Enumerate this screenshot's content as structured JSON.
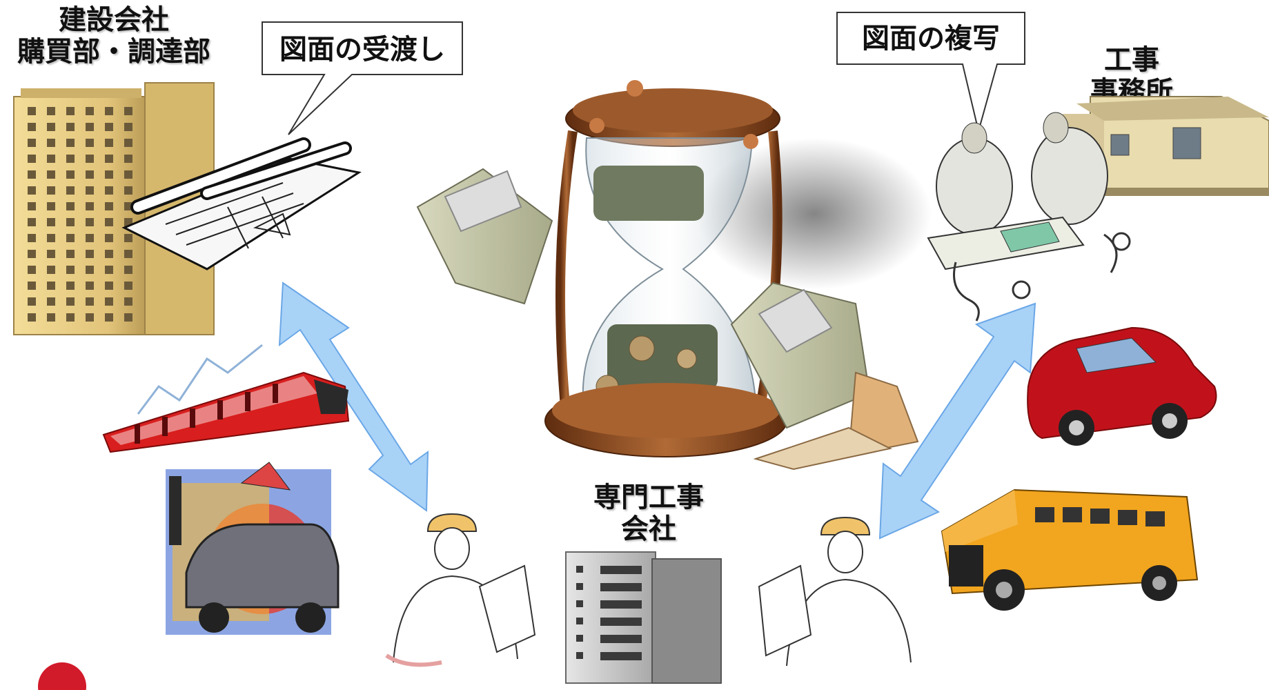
{
  "labels": {
    "construction_company_line1": "建設会社",
    "construction_company_line2": "購買部・調達部",
    "site_office_line1": "工事",
    "site_office_line2": "事務所",
    "subcontractor_line1": "専門工事",
    "subcontractor_line2": "会社"
  },
  "callouts": {
    "drawing_handover": "図面の受渡し",
    "drawing_copy": "図面の複写"
  },
  "colors": {
    "arrow_fill": "#a9d2f7",
    "arrow_stroke": "#6aa7e6",
    "building_tan": "#e8cf86",
    "train_red": "#d81e1e",
    "car_red": "#c1121c",
    "bus_yellow": "#f2a51e",
    "hourglass_wood": "#8a4a22"
  }
}
